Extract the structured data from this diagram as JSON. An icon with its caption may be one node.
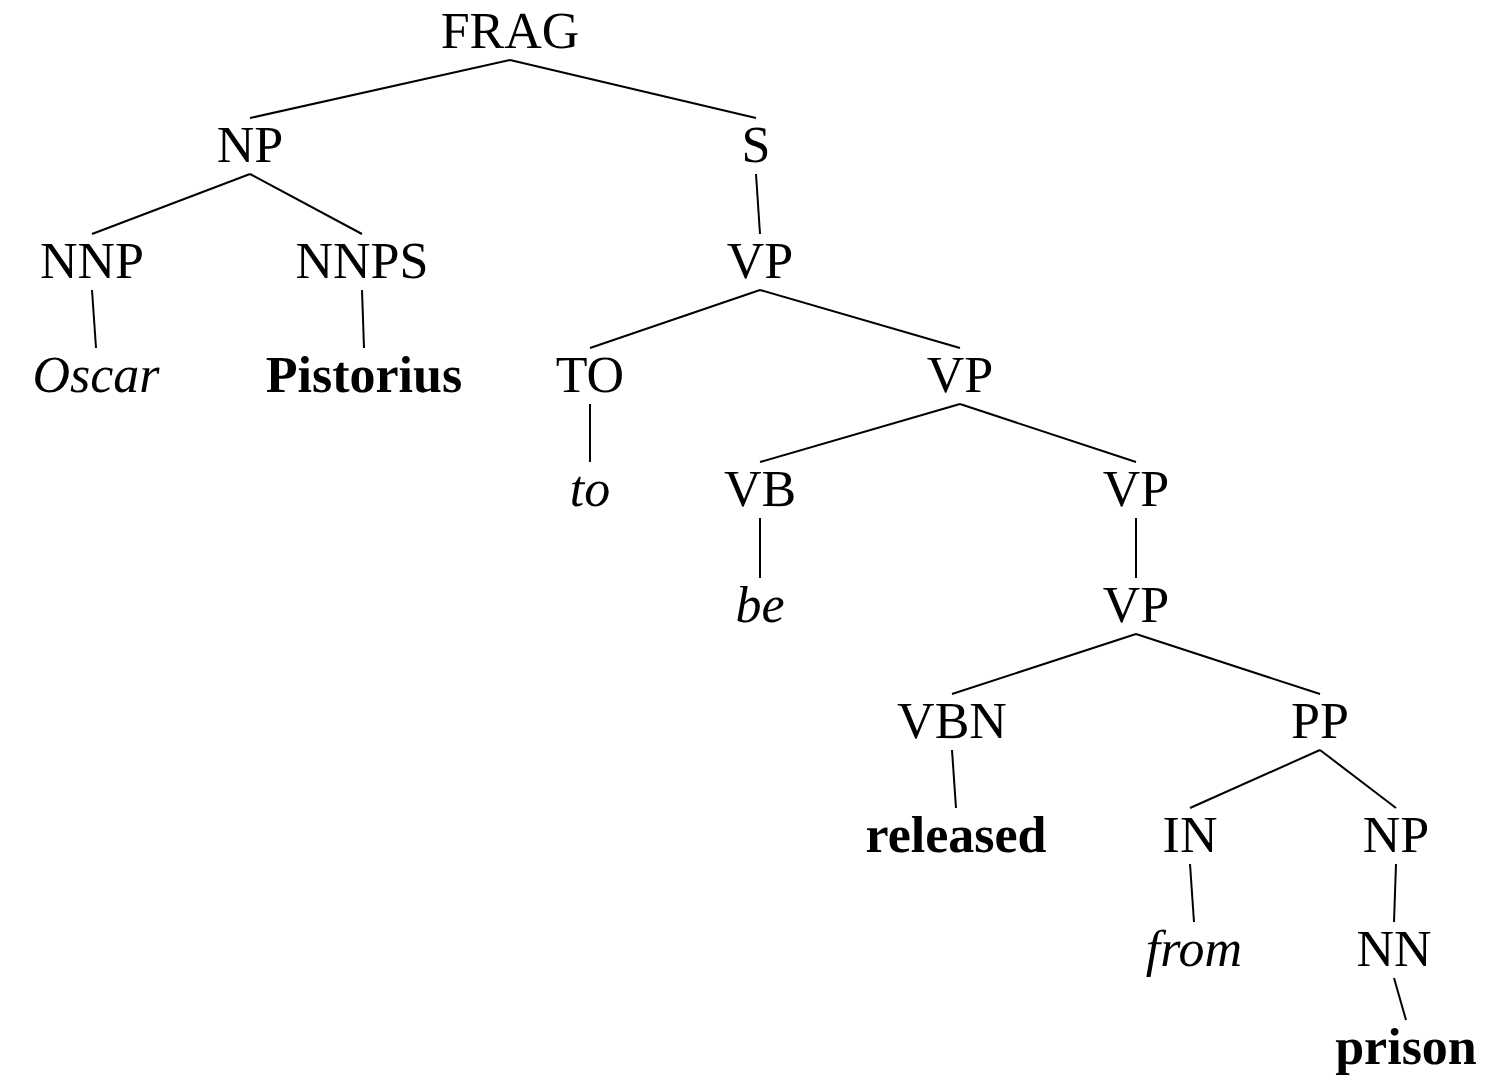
{
  "diagram": {
    "nodes": [
      {
        "text": [
          "FRAG"
        ]
      },
      {
        "text": [
          "NP"
        ]
      },
      {
        "text": [
          "S"
        ]
      },
      {
        "text": [
          "NNP"
        ]
      },
      {
        "text": [
          "NNPS"
        ]
      },
      {
        "text": [
          "VP"
        ]
      },
      {
        "text": [
          "Oscar"
        ]
      },
      {
        "text": [
          "Pistorius"
        ]
      },
      {
        "text": [
          "TO"
        ]
      },
      {
        "text": [
          "VP"
        ]
      },
      {
        "text": [
          "to"
        ]
      },
      {
        "text": [
          "VB"
        ]
      },
      {
        "text": [
          "VP"
        ]
      },
      {
        "text": [
          "be"
        ]
      },
      {
        "text": [
          "VP"
        ]
      },
      {
        "text": [
          "VBN"
        ]
      },
      {
        "text": [
          "PP"
        ]
      },
      {
        "text": [
          "released"
        ]
      },
      {
        "text": [
          "IN"
        ]
      },
      {
        "text": [
          "NP"
        ]
      },
      {
        "text": [
          "from"
        ]
      },
      {
        "text": [
          "NN"
        ]
      },
      {
        "text": [
          "prison"
        ]
      }
    ],
    "edges": [
      {
        "from": 0,
        "to": 1,
        "arrow": "none"
      },
      {
        "from": 0,
        "to": 2,
        "arrow": "none"
      },
      {
        "from": 1,
        "to": 3,
        "arrow": "none"
      },
      {
        "from": 1,
        "to": 4,
        "arrow": "none"
      },
      {
        "from": 2,
        "to": 5,
        "arrow": "none"
      },
      {
        "from": 3,
        "to": 6,
        "arrow": "none"
      },
      {
        "from": 4,
        "to": 7,
        "arrow": "none"
      },
      {
        "from": 5,
        "to": 8,
        "arrow": "none"
      },
      {
        "from": 5,
        "to": 9,
        "arrow": "none"
      },
      {
        "from": 8,
        "to": 10,
        "arrow": "none"
      },
      {
        "from": 9,
        "to": 11,
        "arrow": "none"
      },
      {
        "from": 9,
        "to": 12,
        "arrow": "none"
      },
      {
        "from": 11,
        "to": 13,
        "arrow": "none"
      },
      {
        "from": 12,
        "to": 14,
        "arrow": "none"
      },
      {
        "from": 14,
        "to": 15,
        "arrow": "none"
      },
      {
        "from": 14,
        "to": 16,
        "arrow": "none"
      },
      {
        "from": 15,
        "to": 17,
        "arrow": "none"
      },
      {
        "from": 16,
        "to": 18,
        "arrow": "none"
      },
      {
        "from": 16,
        "to": 19,
        "arrow": "none"
      },
      {
        "from": 18,
        "to": 20,
        "arrow": "none"
      },
      {
        "from": 19,
        "to": 21,
        "arrow": "none"
      },
      {
        "from": 21,
        "to": 22,
        "arrow": "none"
      }
    ]
  }
}
